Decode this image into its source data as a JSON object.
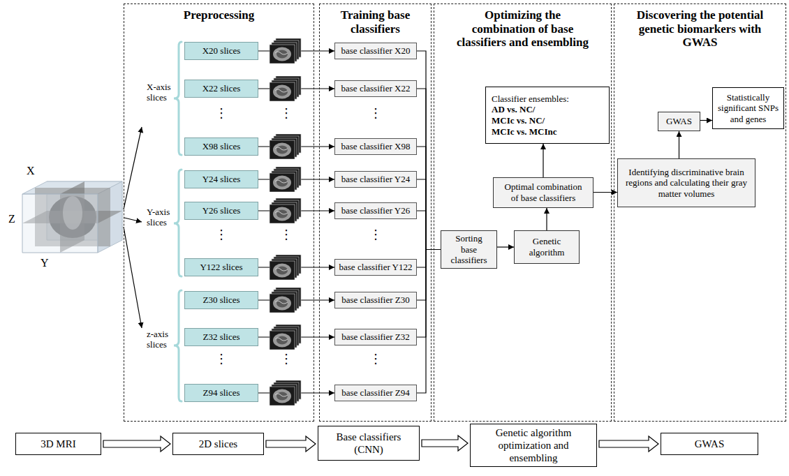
{
  "diagram": {
    "nodes": [
      {
        "text": [
          "Preprocessing"
        ]
      },
      {
        "text": [
          "X20 slices"
        ],
        "in": 0
      },
      {
        "text": [
          "X22 slices"
        ],
        "in": 0
      },
      {
        "text": [
          "X98 slices"
        ],
        "in": 0
      },
      {
        "text": [
          "Y24 slices"
        ],
        "in": 0
      },
      {
        "text": [
          "Y26 slices"
        ],
        "in": 0
      },
      {
        "text": [
          "Y122 slices"
        ],
        "in": 0
      },
      {
        "text": [
          "Z30 slices"
        ],
        "in": 0
      },
      {
        "text": [
          "Z32 slices"
        ],
        "in": 0
      },
      {
        "text": [
          "Z94 slices"
        ],
        "in": 0
      },
      {
        "text": [
          "Training base classifiers"
        ]
      },
      {
        "text": [
          "base classifier X20"
        ],
        "in": 10
      },
      {
        "text": [
          "base classifier X22"
        ],
        "in": 10
      },
      {
        "text": [
          "base classifier X98"
        ],
        "in": 10
      },
      {
        "text": [
          "base classifier Y24"
        ],
        "in": 10
      },
      {
        "text": [
          "base classifier Y26"
        ],
        "in": 10
      },
      {
        "text": [
          "base classifier Y122"
        ],
        "in": 10
      },
      {
        "text": [
          "base classifier Z30"
        ],
        "in": 10
      },
      {
        "text": [
          "base classifier Z32"
        ],
        "in": 10
      },
      {
        "text": [
          "base classifier Z94"
        ],
        "in": 10
      },
      {
        "text": [
          "Optimizing the combination of base classifiers and ensembling"
        ]
      },
      {
        "text": [
          "Classifier ensembles:",
          "AD vs. NC/",
          "MCIc vs. NC/",
          "MCIc vs. MCInc"
        ],
        "in": 20
      },
      {
        "text": [
          "Optimal combination of base classifiers"
        ],
        "in": 20
      },
      {
        "text": [
          "Sorting base classifiers"
        ],
        "in": 20
      },
      {
        "text": [
          "Genetic algorithm"
        ],
        "in": 20
      },
      {
        "text": [
          "Discovering the potential genetic biomarkers with GWAS"
        ]
      },
      {
        "text": [
          "GWAS"
        ],
        "in": 25
      },
      {
        "text": [
          "Statistically significant SNPs and genes"
        ],
        "in": 25
      },
      {
        "text": [
          "Identifying discriminative brain regions and calculating their gray matter volumes"
        ],
        "in": 25
      },
      {
        "text": [
          "3D MRI"
        ]
      },
      {
        "text": [
          "2D slices"
        ]
      },
      {
        "text": [
          "Base classifiers (CNN)"
        ]
      },
      {
        "text": [
          "Genetic algorithm optimization and ensembling"
        ]
      },
      {
        "text": [
          "GWAS"
        ]
      }
    ],
    "edges": [
      {
        "from": 1,
        "to": 11,
        "arrow": "to"
      },
      {
        "from": 2,
        "to": 12,
        "arrow": "to"
      },
      {
        "from": 3,
        "to": 13,
        "arrow": "to"
      },
      {
        "from": 4,
        "to": 14,
        "arrow": "to"
      },
      {
        "from": 5,
        "to": 15,
        "arrow": "to"
      },
      {
        "from": 6,
        "to": 16,
        "arrow": "to"
      },
      {
        "from": 7,
        "to": 17,
        "arrow": "to"
      },
      {
        "from": 8,
        "to": 18,
        "arrow": "to"
      },
      {
        "from": 9,
        "to": 19,
        "arrow": "to"
      },
      {
        "from": 11,
        "to": 23,
        "arrow": "none"
      },
      {
        "from": 12,
        "to": 23,
        "arrow": "none"
      },
      {
        "from": 13,
        "to": 23,
        "arrow": "none"
      },
      {
        "from": 14,
        "to": 23,
        "arrow": "none"
      },
      {
        "from": 15,
        "to": 23,
        "arrow": "none"
      },
      {
        "from": 16,
        "to": 23,
        "arrow": "none"
      },
      {
        "from": 17,
        "to": 23,
        "arrow": "none"
      },
      {
        "from": 18,
        "to": 23,
        "arrow": "none"
      },
      {
        "from": 19,
        "to": 23,
        "arrow": "none"
      },
      {
        "from": 23,
        "to": 24,
        "arrow": "to"
      },
      {
        "from": 24,
        "to": 22,
        "arrow": "to"
      },
      {
        "from": 22,
        "to": 21,
        "arrow": "to"
      },
      {
        "from": 22,
        "to": 28,
        "arrow": "to"
      },
      {
        "from": 28,
        "to": 26,
        "arrow": "to"
      },
      {
        "from": 26,
        "to": 27,
        "arrow": "to"
      },
      {
        "from": 29,
        "to": 30,
        "arrow": "to"
      },
      {
        "from": 30,
        "to": 31,
        "arrow": "to"
      },
      {
        "from": 31,
        "to": 32,
        "arrow": "to"
      },
      {
        "from": 32,
        "to": 33,
        "arrow": "to"
      }
    ],
    "labels": [
      "X",
      "Z",
      "Y",
      "X-axis slices",
      "Y-axis slices",
      "z-axis slices",
      "⋮",
      "⋮",
      "⋮",
      "⋮",
      "⋮",
      "⋮",
      "⋮",
      "⋮",
      "⋮"
    ]
  }
}
